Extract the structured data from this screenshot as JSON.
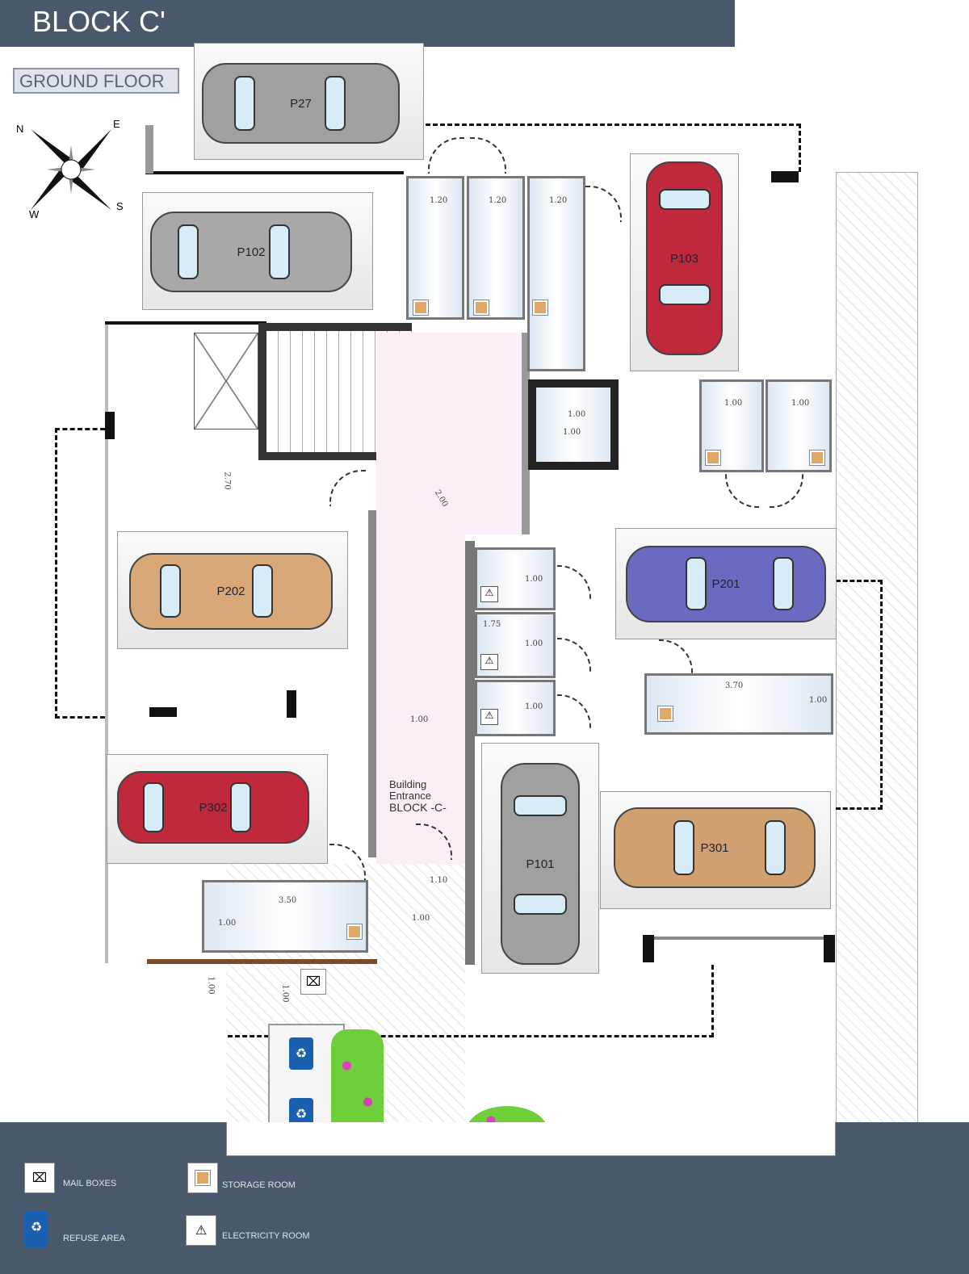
{
  "header": {
    "title": "BLOCK C'",
    "floor": "GROUND FLOOR"
  },
  "compass": {
    "n": "N",
    "e": "E",
    "s": "S",
    "w": "W"
  },
  "parking": [
    "P27",
    "P102",
    "P103",
    "P202",
    "P201",
    "P302",
    "P301",
    "P101"
  ],
  "car_colors": {
    "P27": "#a0a0a0",
    "P102": "#a8a8a8",
    "P103": "#c0283c",
    "P202": "#d8a878",
    "P201": "#6a6ac0",
    "P302": "#c0283c",
    "P301": "#d0a070",
    "P101": "#a0a0a0"
  },
  "dimensions": {
    "s1": "1.20",
    "s2": "1.20",
    "s3": "1.20",
    "lift_w": "1.00",
    "lift_d": "1.00",
    "r1": "1.00",
    "r2": "1.00",
    "e_w": "1.75",
    "e1": "1.00",
    "e2": "1.00",
    "e3": "1.00",
    "st_w": "3.70",
    "st_d": "1.00",
    "corr": "1.00",
    "diag": "2.00",
    "left": "2.70",
    "bl_w": "3.50",
    "bl_d": "1.00",
    "ent1": "1.10",
    "ent2": "1.00",
    "side": "1.00",
    "mb": "1.00"
  },
  "entrance": {
    "line1": "Building",
    "line2": "Entrance",
    "line3": "BLOCK -C-"
  },
  "legend": [
    {
      "icon": "mailbox-icon",
      "label": "MAIL BOXES"
    },
    {
      "icon": "storage-icon",
      "label": "STORAGE ROOM"
    },
    {
      "icon": "refuse-bin-icon",
      "label": "REFUSE AREA"
    },
    {
      "icon": "electricity-icon",
      "label": "ELECTRICITY ROOM"
    }
  ]
}
